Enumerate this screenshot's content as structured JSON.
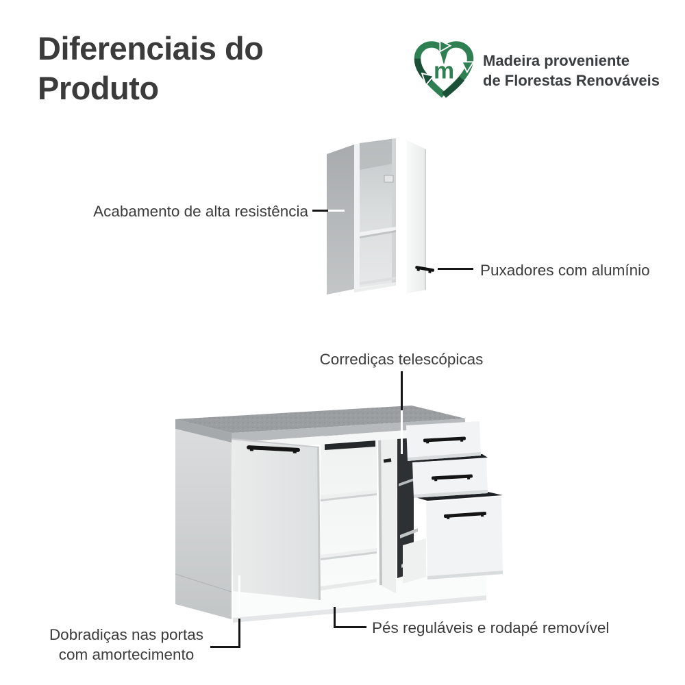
{
  "title": {
    "line1": "Diferenciais do",
    "line2": "Produto"
  },
  "eco_badge": {
    "logo_letter": "m",
    "line1": "Madeira proveniente",
    "line2": "de Florestas Renováveis"
  },
  "callouts": {
    "finish": "Acabamento de alta resistência",
    "handles": "Puxadores com alumínio",
    "slides": "Corrediças telescópicas",
    "hinges_line1": "Dobradiças nas portas",
    "hinges_line2": "com amortecimento",
    "feet": "Pés reguláveis e rodapé removível"
  },
  "colors": {
    "text_dark": "#3b3b3b",
    "logo_green": "#2e7f52",
    "logo_green_dark": "#1b4f38",
    "countertop_gray": "#9b9ea1",
    "cabinet_body": "#f3f4f5",
    "cabinet_side_gray": "#c6c9ca",
    "handle_black": "#141414",
    "callout_line": "#161616"
  }
}
